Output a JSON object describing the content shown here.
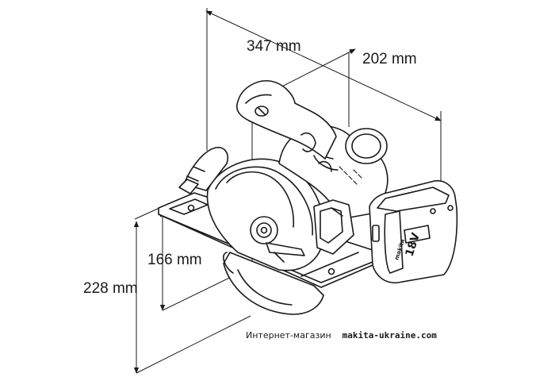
{
  "dimensions": {
    "length": "347 mm",
    "width": "202 mm",
    "height_total": "228 mm",
    "cut_depth": "166 mm"
  },
  "battery_label": "18V",
  "battery_brand": "makita",
  "footer": {
    "label": "Интернет-магазин",
    "site": "makita-ukraine.com"
  },
  "colors": {
    "line": "#1a1a1a",
    "background": "#ffffff"
  }
}
